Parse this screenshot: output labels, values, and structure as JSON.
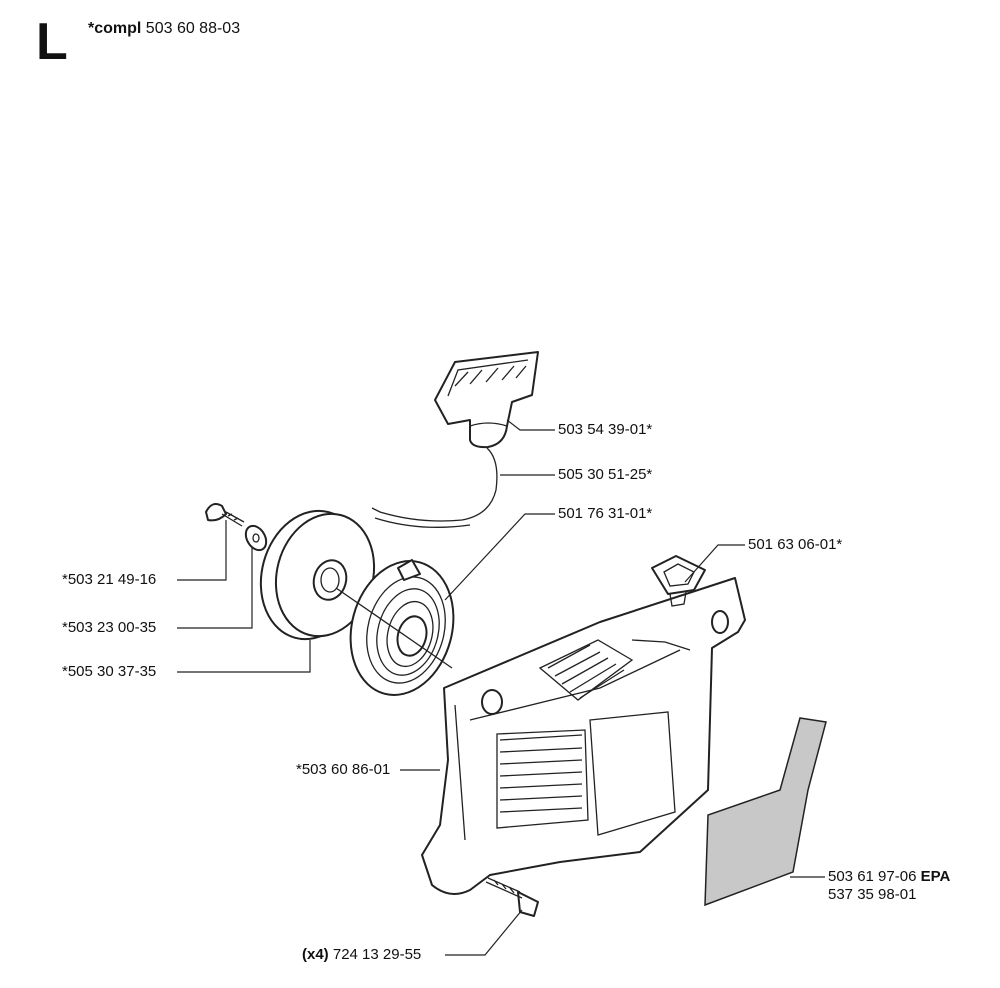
{
  "header": {
    "section_letter": "L",
    "compl_prefix": "*compl",
    "compl_number": "503 60 88-03"
  },
  "labels": {
    "handle": "503 54 39-01*",
    "rope": "505 30 51-25*",
    "spring": "501 76 31-01*",
    "plug": "501 63 06-01*",
    "screw_small": "*503 21 49-16",
    "washer": "*503 23 00-35",
    "pulley": "*505 30 37-35",
    "cover": "*503 60 86-01",
    "decal_number": "503 61 97-06",
    "decal_suffix": "EPA",
    "decal_number_2": "537 35 98-01",
    "screw_qty": "(x4)",
    "screw_number": "724 13 29-55"
  }
}
